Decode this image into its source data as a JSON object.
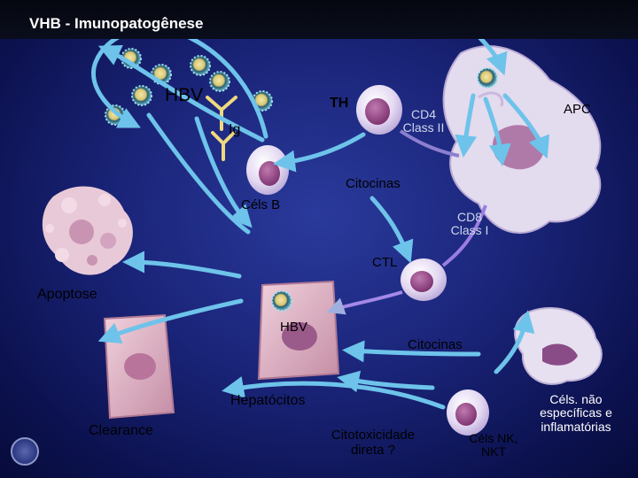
{
  "title": "VHB - Imunopatogênese",
  "labels": {
    "hbv_top": "HBV",
    "th": "TH",
    "ig": "Ig",
    "cd4": "CD4",
    "class2": "Class II",
    "apc": "APC",
    "citocinas_top": "Citocinas",
    "cels_b": "Céls B",
    "cd8": "CD8",
    "class1": "Class I",
    "ctl": "CTL",
    "apoptose": "Apoptose",
    "hbv_mid": "HBV",
    "citocinas_mid": "Citocinas",
    "hepatocitos": "Hepatócitos",
    "clearance": "Clearance",
    "citotox_1": "Citotoxicidade",
    "citotox_2": "direta ?",
    "nk_1": "Céls NK,",
    "nk_2": "NKT",
    "nonspec_1": "Céls. não",
    "nonspec_2": "específicas e",
    "nonspec_3": "inflamatórias"
  },
  "colors": {
    "background": "#1a2478",
    "arrow": "#6ec3ea",
    "virus": "#7fcfe0",
    "cell": "#ddd0ee",
    "hepatocyte": "#e9c6d2"
  }
}
